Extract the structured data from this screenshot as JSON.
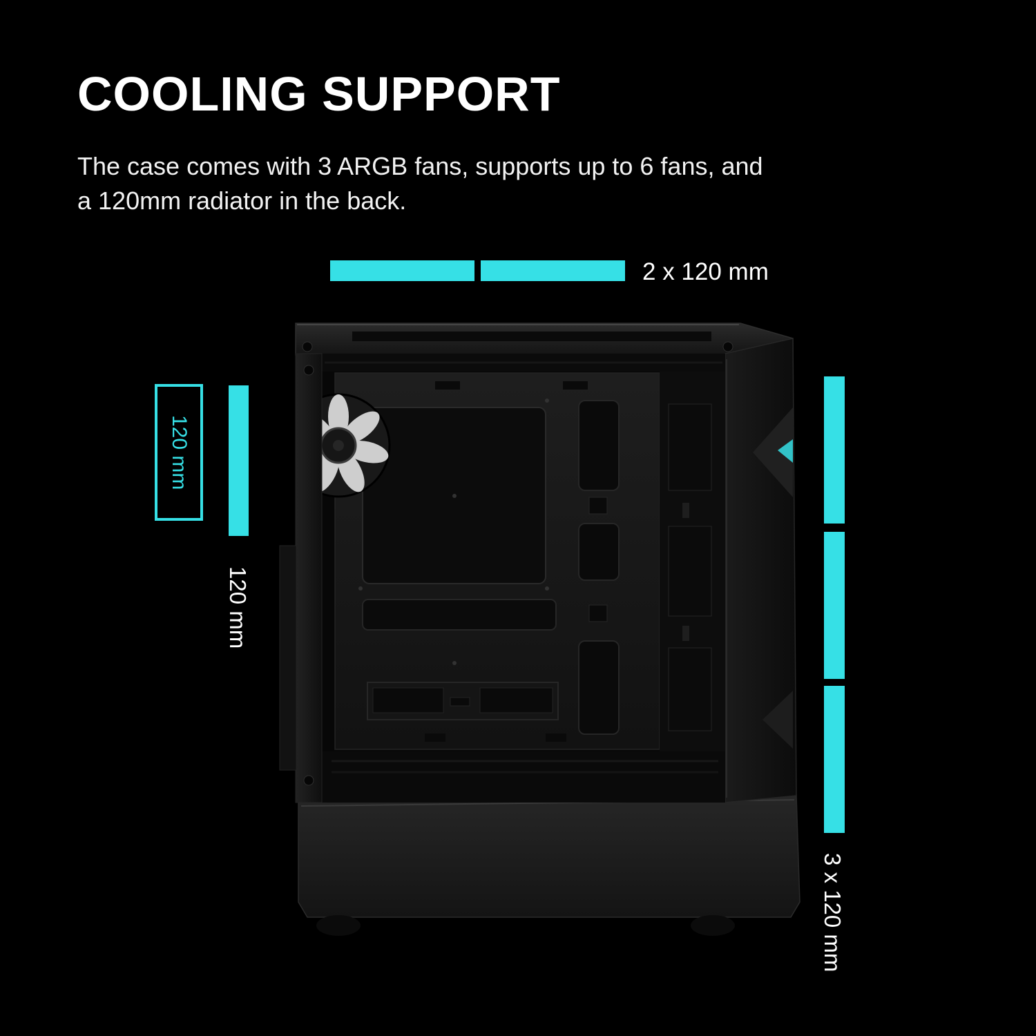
{
  "colors": {
    "background": "#000000",
    "accent": "#36e0e6",
    "text": "#ffffff"
  },
  "header": {
    "title": "COOLING SUPPORT",
    "description": [
      "The case comes with 3 ARGB fans, supports up to 6 fans, and",
      "a 120mm radiator in the back."
    ]
  },
  "annotations": {
    "top_fans": {
      "label": "2 x 120 mm",
      "bar_count": 2
    },
    "rear_radiator": {
      "label": "120 mm"
    },
    "rear_fan": {
      "label": "120 mm"
    },
    "front_fans": {
      "label": "3 x 120 mm",
      "bar_count": 3
    }
  },
  "product": {
    "subject": "PC case interior render showing fan mounting positions"
  }
}
